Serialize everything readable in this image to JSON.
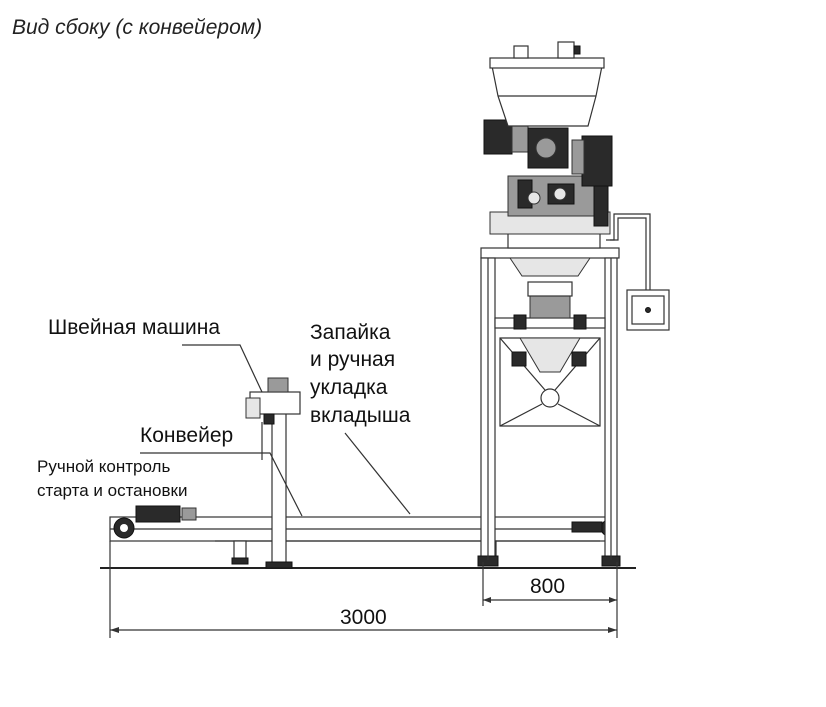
{
  "title": "Вид сбоку (с конвейером)",
  "labels": {
    "sewing_machine": "Швейная машина",
    "sealing_line1": "Запайка",
    "sealing_line2": "и ручная",
    "sealing_line3": "укладка",
    "sealing_line4": "вкладыша",
    "conveyor": "Конвейер",
    "manual_control_line1": "Ручной контроль",
    "manual_control_line2": "старта и остановки"
  },
  "dimensions": {
    "width_frame": "800",
    "total_length": "3000"
  }
}
